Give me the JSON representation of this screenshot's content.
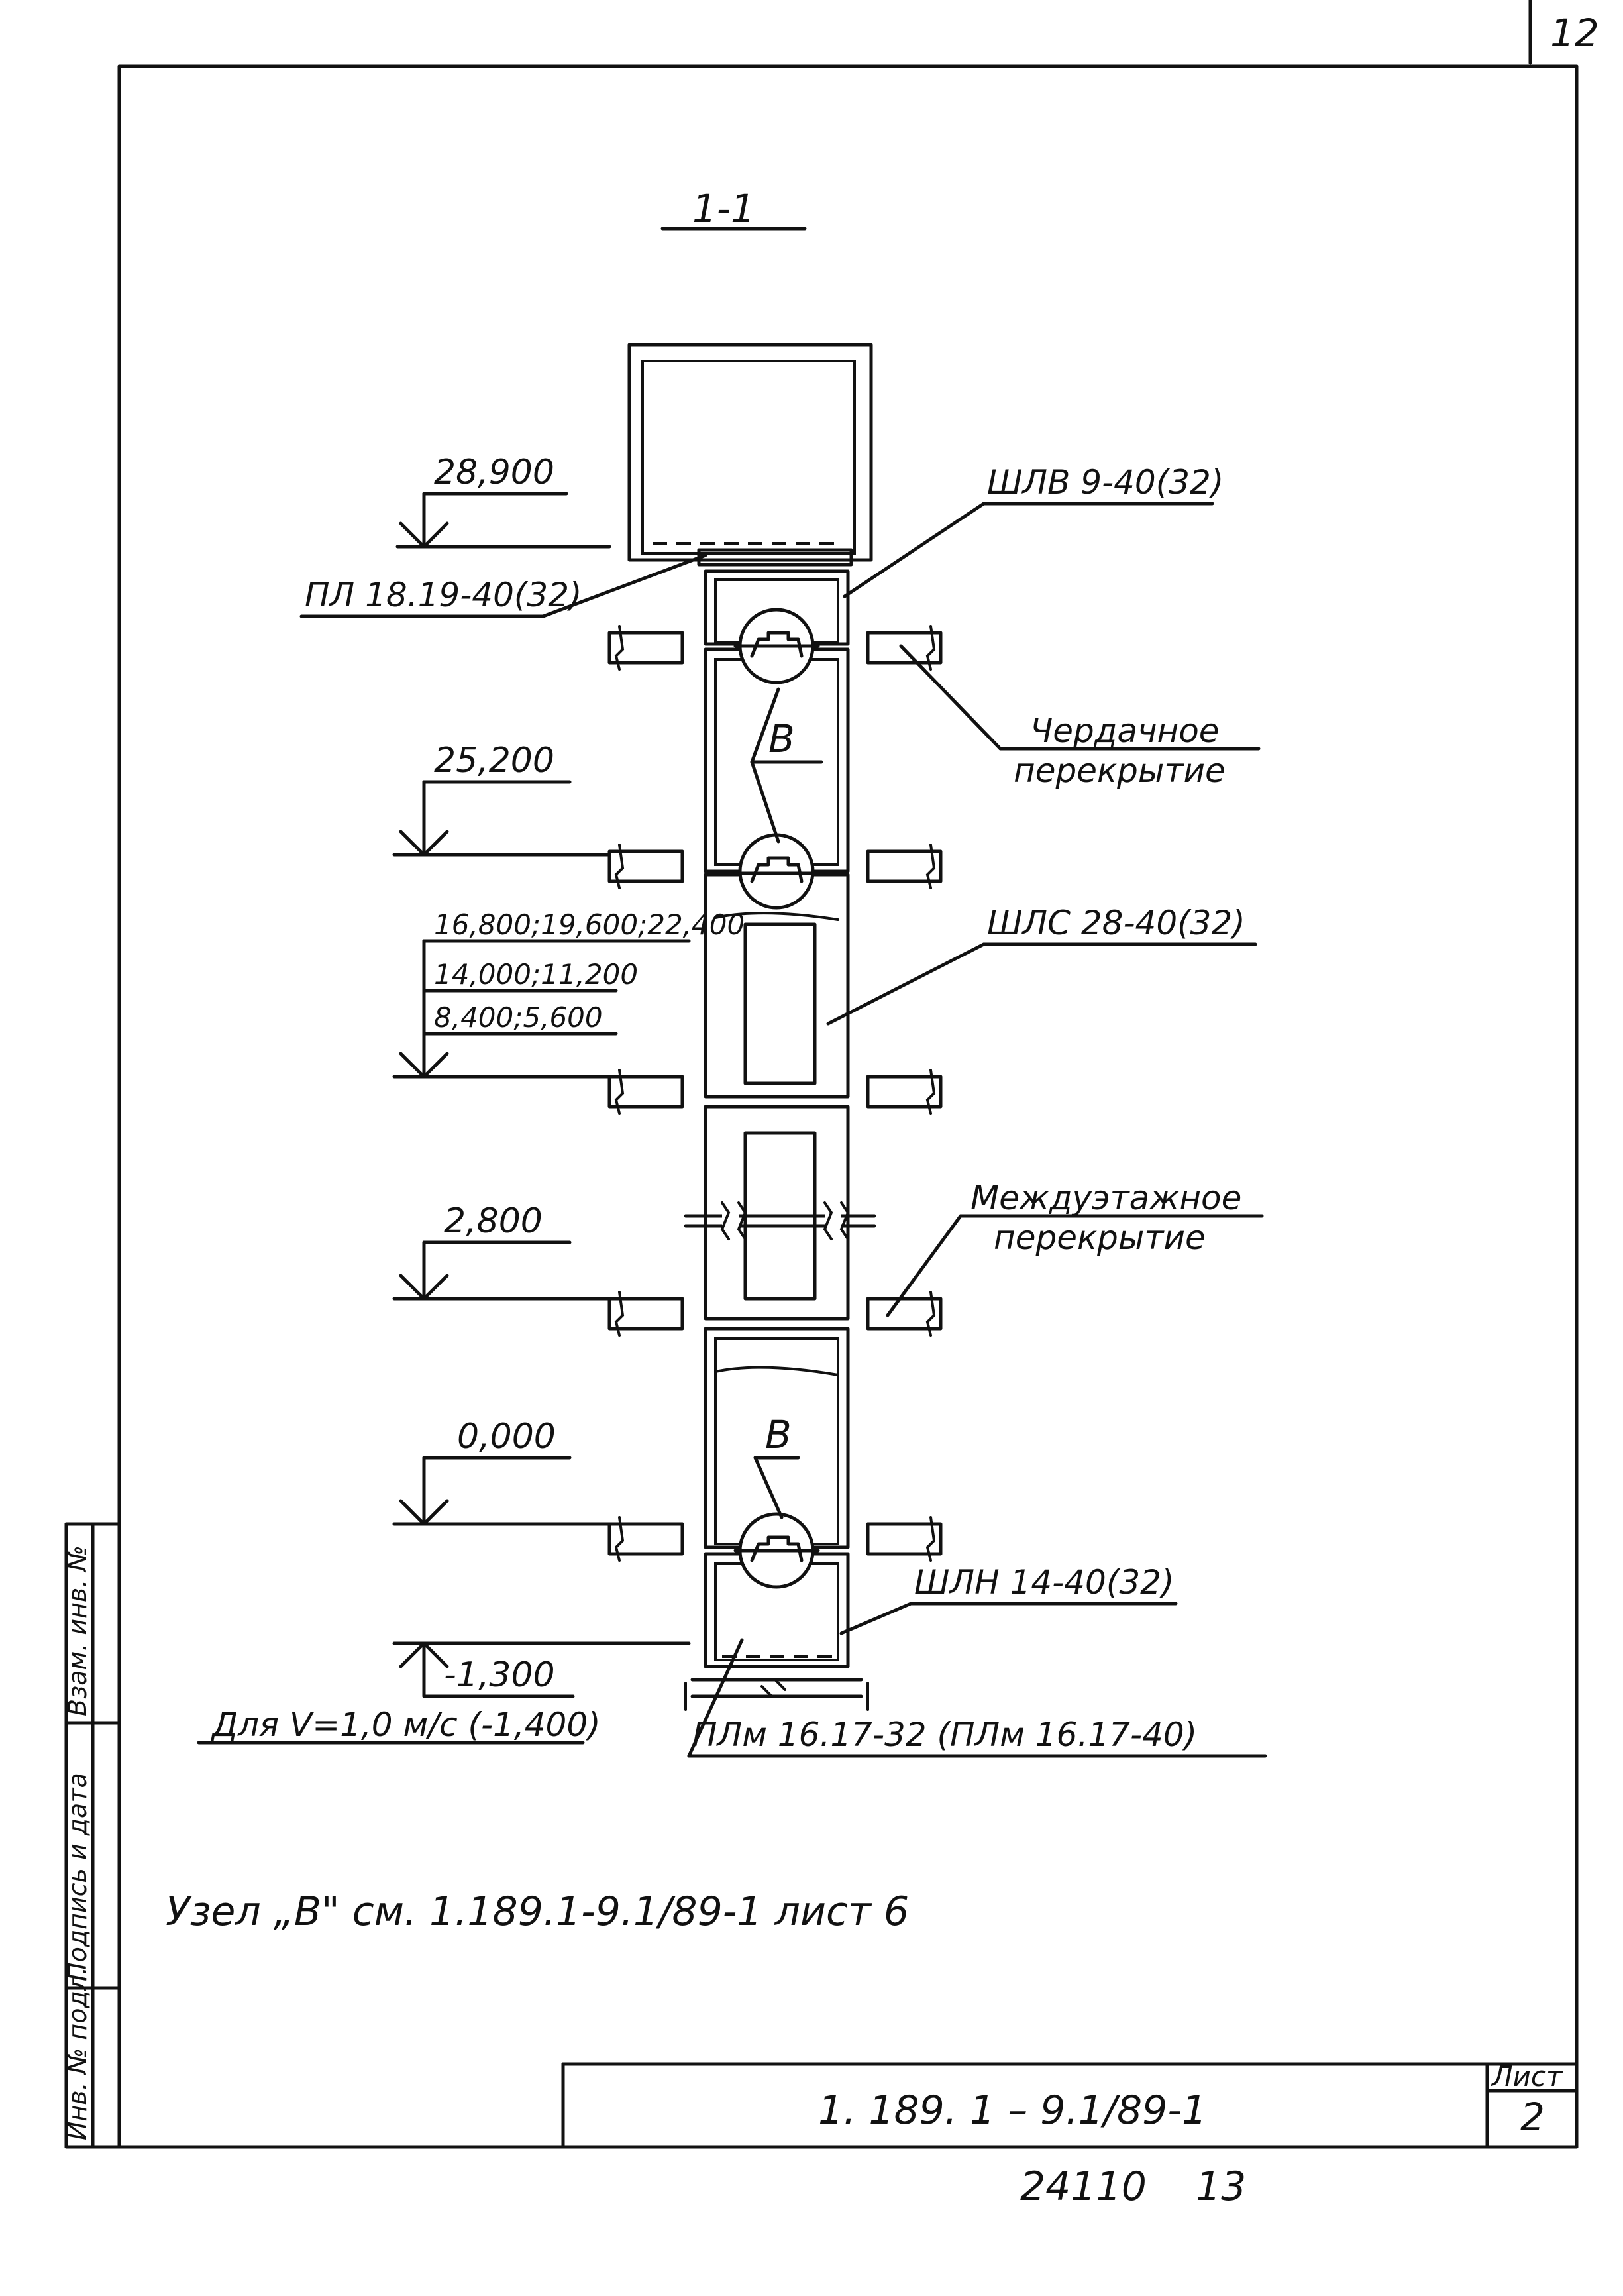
{
  "page_number": "12",
  "section": {
    "title": "1-1"
  },
  "elevations": {
    "e28900": "28,900",
    "e25200": "25,200",
    "multi_line1": "16,800;19,600;22,400",
    "multi_line2": "14,000;11,200",
    "multi_line3": "8,400;5,600",
    "e2800": "2,800",
    "e0000": "0,000",
    "e1300": "-1,300",
    "pit_note": "Для V=1,0 м/с (-1,400)"
  },
  "labels": {
    "pl_top": "ПЛ 18.19-40(32)",
    "shlv": "ШЛВ 9-40(32)",
    "attic_1": "Чердачное",
    "attic_2": "перекрытие",
    "node_b_top": "В",
    "shls": "ШЛС 28-40(32)",
    "interfloor_1": "Междуэтажное",
    "interfloor_2": "перекрытие",
    "node_b_bottom": "В",
    "shln": "ШЛН 14-40(32)",
    "plm": "ПЛм 16.17-32 (ПЛм 16.17-40)"
  },
  "note": "Узел „В\" см. 1.189.1-9.1/89-1 лист 6",
  "title_block": {
    "document_code": "1. 189. 1 – 9.1/89-1",
    "sheet_label": "Лист",
    "sheet_number": "2"
  },
  "side_stamp": {
    "col1": "Инв. № подл.",
    "col2": "Подпись и дата",
    "col3": "Взам. инв. №"
  },
  "footer": {
    "inventory": "24110",
    "page": "13"
  }
}
